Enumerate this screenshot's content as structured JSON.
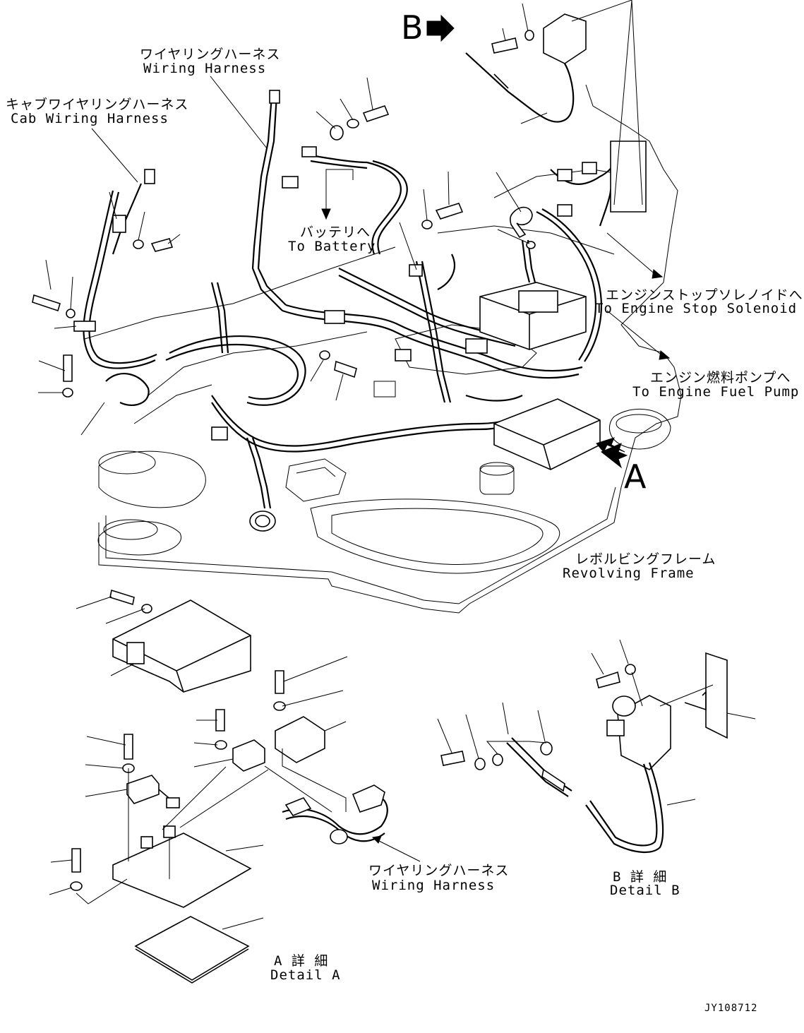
{
  "labels": {
    "wiring_harness_top": {
      "jp": "ワイヤリングハーネス",
      "en": "Wiring Harness"
    },
    "cab_wiring_harness": {
      "jp": "キャブワイヤリングハーネス",
      "en": "Cab Wiring Harness"
    },
    "to_battery": {
      "jp": "バッテリへ",
      "en": "To Battery"
    },
    "engine_stop_solenoid": {
      "jp": "エンジンストップソレノイドへ",
      "en": "To Engine Stop Solenoid"
    },
    "engine_fuel_pump": {
      "jp": "エンジン燃料ポンプへ",
      "en": "To Engine Fuel Pump"
    },
    "revolving_frame": {
      "jp": "レボルビングフレーム",
      "en": "Revolving Frame"
    },
    "wiring_harness_bottom": {
      "jp": "ワイヤリングハーネス",
      "en": "Wiring Harness"
    },
    "detail_b": {
      "jp": "B 詳 細",
      "en": "Detail B"
    },
    "detail_a": {
      "jp": "A 詳 細",
      "en": "Detail A"
    }
  },
  "view_markers": {
    "b": "B",
    "a": "A"
  },
  "drawing_code": "JY108712",
  "colors": {
    "ink": "#000000",
    "paper": "#ffffff"
  }
}
